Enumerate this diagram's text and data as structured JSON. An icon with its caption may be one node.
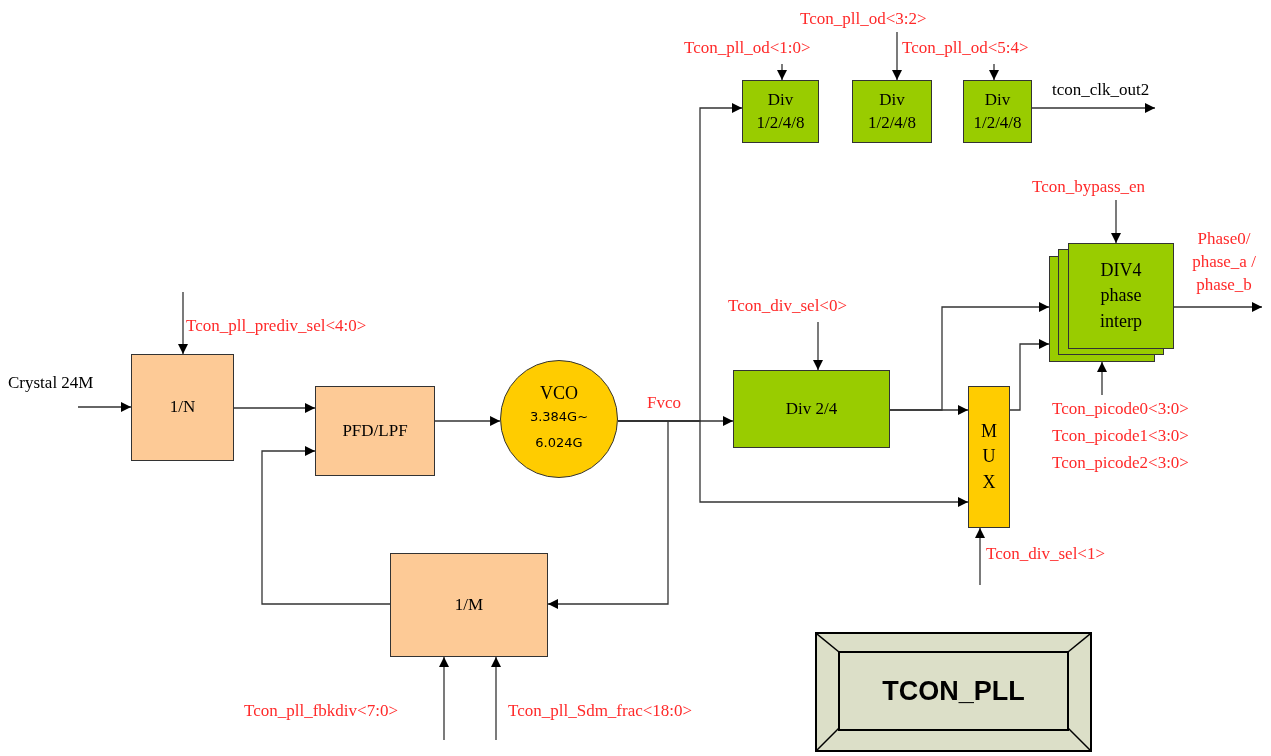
{
  "diagram": {
    "nodes": [
      {
        "text": [
          "1/N"
        ]
      },
      {
        "text": [
          "PFD/LPF"
        ]
      },
      {
        "text": [
          "VCO",
          "3.384G~ 6.024G"
        ]
      },
      {
        "text": [
          "1/M"
        ]
      },
      {
        "text": [
          "Div 1/2/4/8"
        ]
      },
      {
        "text": [
          "Div 1/2/4/8"
        ]
      },
      {
        "text": [
          "Div 1/2/4/8"
        ]
      },
      {
        "text": [
          "Div 2/4"
        ]
      },
      {
        "text": [
          "M U X"
        ]
      },
      {
        "text": [
          "DIV4 phase interp"
        ]
      },
      {
        "text": [
          "TCON_PLL"
        ]
      },
      {
        "text": [
          "Tcon_picode0<3:0>",
          "Tcon_picode1<3:0>",
          "Tcon_picode2<3:0>"
        ]
      }
    ],
    "edges": [
      {
        "from": null,
        "to": 0,
        "arrow": "to",
        "label": "Crystal 24M"
      },
      {
        "from": null,
        "to": 0,
        "arrow": "to",
        "label": "Tcon_pll_prediv_sel<4:0>"
      },
      {
        "from": 0,
        "to": 1,
        "arrow": "to"
      },
      {
        "from": 1,
        "to": 2,
        "arrow": "to"
      },
      {
        "from": 2,
        "to": 7,
        "arrow": "to"
      },
      {
        "from": 2,
        "to": 3,
        "arrow": "to"
      },
      {
        "from": 3,
        "to": 1,
        "arrow": "to"
      },
      {
        "from": 2,
        "to": 4,
        "arrow": "to"
      },
      {
        "from": 2,
        "to": 8,
        "arrow": "to"
      },
      {
        "from": 7,
        "to": 9,
        "arrow": "to"
      },
      {
        "from": 7,
        "to": 8,
        "arrow": "to"
      },
      {
        "from": 8,
        "to": 9,
        "arrow": "to"
      },
      {
        "from": null,
        "to": 4,
        "arrow": "to",
        "label": "Tcon_pll_od<1:0>"
      },
      {
        "from": null,
        "to": 5,
        "arrow": "to",
        "label": "Tcon_pll_od<3:2>"
      },
      {
        "from": null,
        "to": 6,
        "arrow": "to",
        "label": "Tcon_pll_od<5:4>"
      },
      {
        "from": 6,
        "to": null,
        "arrow": "to",
        "label": "tcon_clk_out2"
      },
      {
        "from": null,
        "to": 7,
        "arrow": "to",
        "label": "Tcon_div_sel<0>"
      },
      {
        "from": null,
        "to": 9,
        "arrow": "to",
        "label": "Tcon_bypass_en"
      },
      {
        "from": 9,
        "to": null,
        "arrow": "to",
        "label": "Phase0/ phase_a / phase_b"
      },
      {
        "from": 11,
        "to": 9,
        "arrow": "to"
      },
      {
        "from": null,
        "to": 8,
        "arrow": "to",
        "label": "Tcon_div_sel<1>"
      },
      {
        "from": null,
        "to": 3,
        "arrow": "to",
        "label": "Tcon_pll_fbkdiv<7:0>"
      },
      {
        "from": null,
        "to": 3,
        "arrow": "to",
        "label": "Tcon_pll_Sdm_frac<18:0>"
      }
    ],
    "labels": [
      "Fvco"
    ]
  }
}
